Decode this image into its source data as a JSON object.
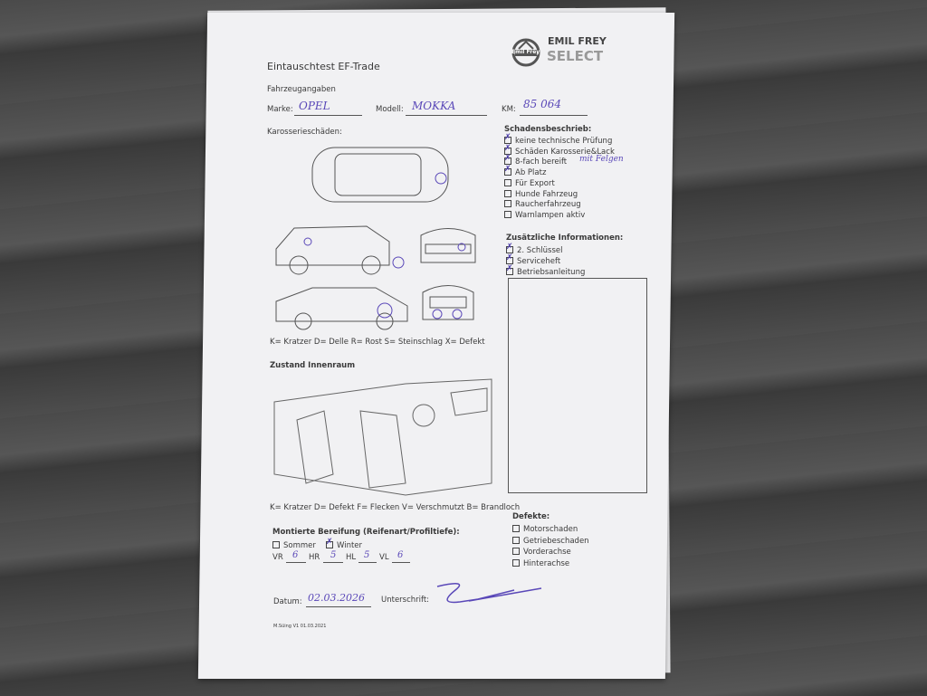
{
  "title": "Eintauschtest EF-Trade",
  "logo": {
    "badge": "Emil Frey",
    "line1": "EMIL FREY",
    "line2": "SELECT"
  },
  "fahrzeug": {
    "heading": "Fahrzeugangaben",
    "marke_label": "Marke:",
    "marke_value": "OPEL",
    "modell_label": "Modell:",
    "modell_value": "MOKKA",
    "km_label": "KM:",
    "km_value": "85 064"
  },
  "karosserie": {
    "heading": "Karosserieschäden:",
    "legend": "K= Kratzer D= Delle R= Rost S= Steinschlag X= Defekt"
  },
  "schaden": {
    "heading": "Schadensbeschrieb:",
    "items": [
      {
        "label": "keine technische Prüfung",
        "checked": true
      },
      {
        "label": "Schäden Karosserie&Lack",
        "checked": true
      },
      {
        "label": "8-fach bereift",
        "checked": true
      },
      {
        "label": "Ab Platz",
        "checked": true
      },
      {
        "label": "Für Export",
        "checked": false
      },
      {
        "label": "Hunde Fahrzeug",
        "checked": false
      },
      {
        "label": "Raucherfahrzeug",
        "checked": false
      },
      {
        "label": "Warnlampen aktiv",
        "checked": false
      }
    ],
    "note": "mit Felgen"
  },
  "zusatz": {
    "heading": "Zusätzliche Informationen:",
    "items": [
      {
        "label": "2. Schlüssel",
        "checked": true
      },
      {
        "label": "Serviceheft",
        "checked": true
      },
      {
        "label": "Betriebsanleitung",
        "checked": true
      }
    ]
  },
  "innenraum": {
    "heading": "Zustand Innenraum",
    "legend": "K= Kratzer D= Defekt F= Flecken V= Verschmutzt B= Brandloch"
  },
  "bereifung": {
    "heading": "Montierte Bereifung (Reifenart/Profiltiefe):",
    "sommer": "Sommer",
    "winter": "Winter",
    "vr_label": "VR",
    "vr": "6",
    "hr_label": "HR",
    "hr": "5",
    "hl_label": "HL",
    "hl": "5",
    "vl_label": "VL",
    "vl": "6"
  },
  "defekte": {
    "heading": "Defekte:",
    "items": [
      "Motorschaden",
      "Getriebeschaden",
      "Vorderachse",
      "Hinterachse"
    ]
  },
  "datum_label": "Datum:",
  "datum_value": "02.03.2026",
  "unterschrift_label": "Unterschrift:",
  "footer": "M.Süing V1 01.03.2021"
}
